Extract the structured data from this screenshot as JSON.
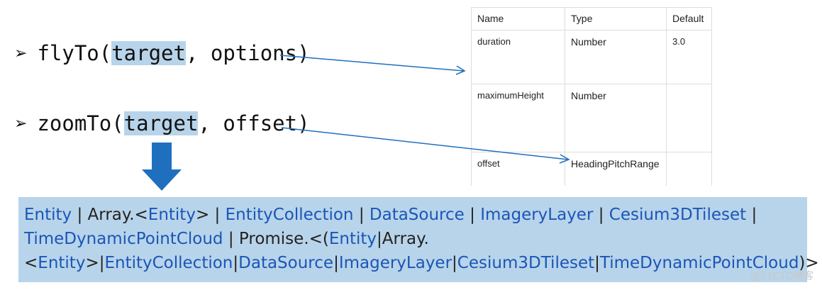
{
  "code": {
    "flyto": {
      "bullet": "➢",
      "prefix": "flyTo(",
      "param": "target",
      "suffix": ", options)"
    },
    "zoomto": {
      "bullet": "➢",
      "prefix": "zoomTo(",
      "param": "target",
      "suffix": ", offset)"
    }
  },
  "table": {
    "headers": [
      "Name",
      "Type",
      "Default"
    ],
    "rows": [
      {
        "name": "duration",
        "type": "Number",
        "default": "3.0"
      },
      {
        "name": "maximumHeight",
        "type": "Number",
        "default": ""
      },
      {
        "name": "offset",
        "type": "HeadingPitchRange",
        "default": ""
      }
    ]
  },
  "type_list": [
    {
      "text": "Entity",
      "kind": "type"
    },
    {
      "text": " | Array.<",
      "kind": "plain"
    },
    {
      "text": "Entity",
      "kind": "type"
    },
    {
      "text": "> | ",
      "kind": "plain"
    },
    {
      "text": "EntityCollection",
      "kind": "type"
    },
    {
      "text": " | ",
      "kind": "plain"
    },
    {
      "text": "DataSource",
      "kind": "type"
    },
    {
      "text": " | ",
      "kind": "plain"
    },
    {
      "text": "ImageryLayer",
      "kind": "type"
    },
    {
      "text": " | ",
      "kind": "plain"
    },
    {
      "text": "Cesium3DTileset",
      "kind": "type"
    },
    {
      "text": " | ",
      "kind": "plain"
    },
    {
      "text": "TimeDynamicPointCloud",
      "kind": "type"
    },
    {
      "text": " | Promise.<(",
      "kind": "plain"
    },
    {
      "text": "Entity",
      "kind": "type"
    },
    {
      "text": "|Array.<",
      "kind": "plain"
    },
    {
      "text": "Entity",
      "kind": "type"
    },
    {
      "text": ">|",
      "kind": "plain"
    },
    {
      "text": "EntityCollection",
      "kind": "type"
    },
    {
      "text": "|",
      "kind": "plain"
    },
    {
      "text": "DataSource",
      "kind": "type"
    },
    {
      "text": "|",
      "kind": "plain"
    },
    {
      "text": "ImageryLayer",
      "kind": "type"
    },
    {
      "text": "|",
      "kind": "plain"
    },
    {
      "text": "Cesium3DTileset",
      "kind": "type"
    },
    {
      "text": "|",
      "kind": "plain"
    },
    {
      "text": "TimeDynamicPointCloud",
      "kind": "type"
    },
    {
      "text": ")>",
      "kind": "plain"
    }
  ],
  "colors": {
    "highlight": "#b8d4ea",
    "type_link": "#1a56b8",
    "arrow": "#1f6fbf",
    "down_arrow": "#1f6fbf"
  },
  "watermark": "@51CTO博客"
}
